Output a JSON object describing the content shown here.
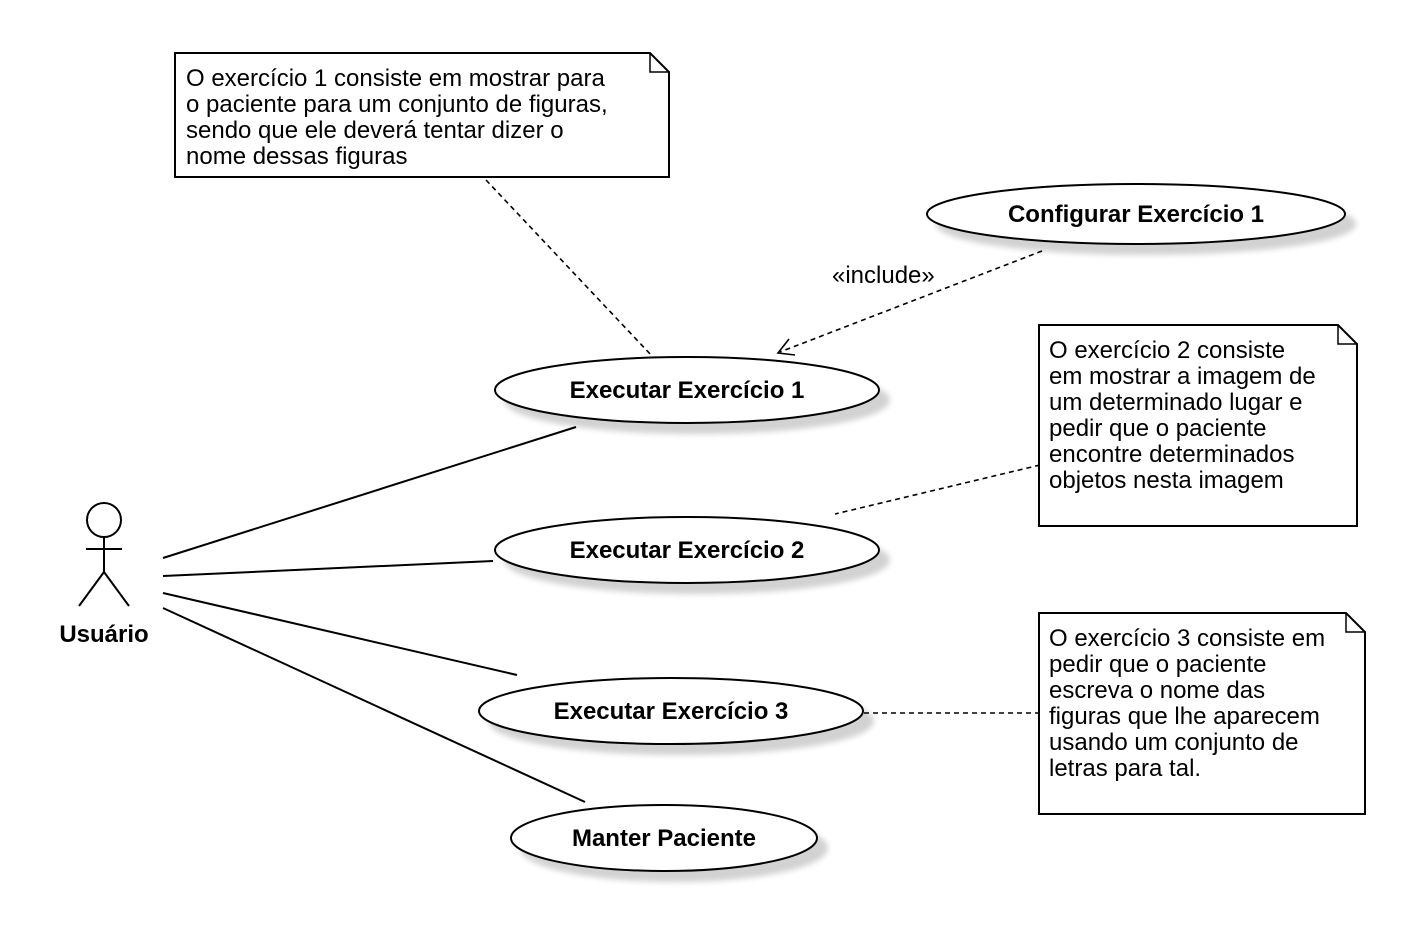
{
  "actor": {
    "name": "Usuário"
  },
  "use_cases": {
    "configurar_1": "Configurar Exercício 1",
    "executar_1": "Executar Exercício 1",
    "executar_2": "Executar Exercício 2",
    "executar_3": "Executar Exercício 3",
    "manter_paciente": "Manter Paciente"
  },
  "include_label": "«include»",
  "notes": {
    "note1": [
      "O exercício 1 consiste em mostrar para",
      "o paciente para um conjunto de figuras,",
      "sendo que ele deverá tentar dizer o",
      "nome dessas figuras"
    ],
    "note2": [
      "O exercício 2 consiste",
      "em mostrar a imagem de",
      "um determinado lugar e",
      "pedir que o paciente",
      "encontre determinados",
      "objetos nesta imagem"
    ],
    "note3": [
      "O exercício 3 consiste em",
      "pedir que o paciente",
      "escreva o nome das",
      "figuras que lhe aparecem",
      "usando um conjunto de",
      "letras para tal."
    ]
  }
}
